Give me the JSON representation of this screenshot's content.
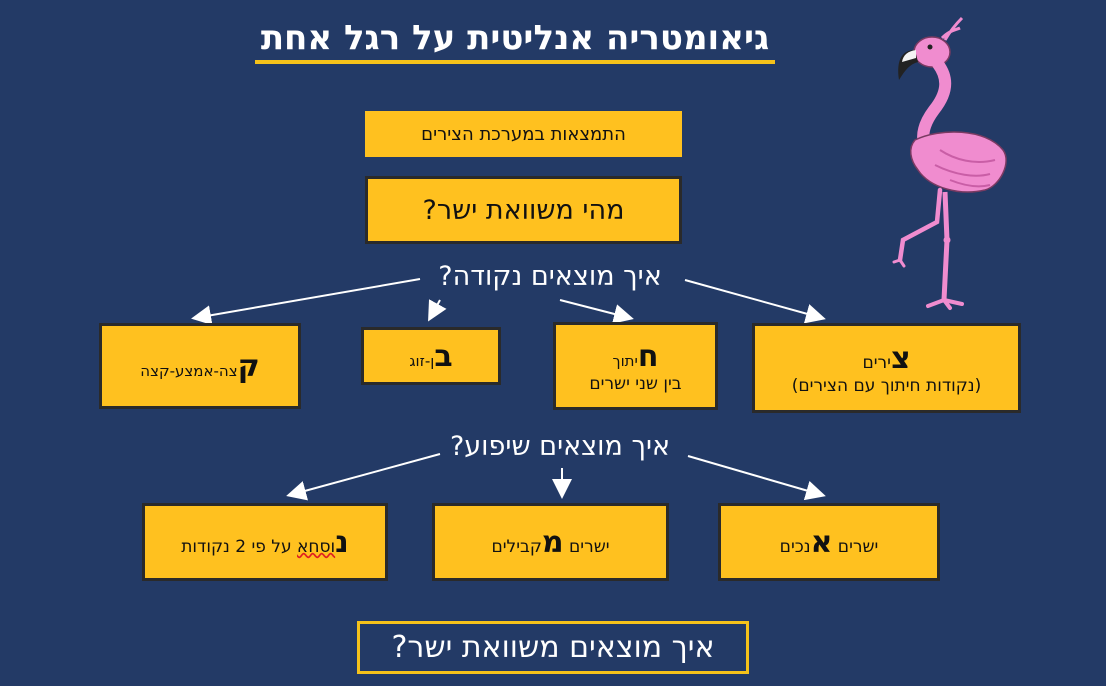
{
  "title": "גיאומטריה אנליטית על רגל אחת",
  "box_orientation": "התמצאות במערכת הצירים",
  "box_line_eq": "מהי משוואת ישר?",
  "question_point": "איך מוצאים נקודה?",
  "point_methods": {
    "axes": {
      "big": "צ",
      "rest": "ירים",
      "line2": "(נקודות חיתוך עם הצירים)"
    },
    "intersection": {
      "big": "ח",
      "rest": "יתוך",
      "line2": "בין שני ישרים"
    },
    "pair": {
      "big": "ב",
      "rest": "ן-זוג"
    },
    "endmid": {
      "big": "ק",
      "rest": "צה-אמצע-קצה"
    }
  },
  "question_slope": "איך מוצאים שיפוע?",
  "slope_methods": {
    "perpendicular": {
      "pre": "ישרים ",
      "big": "א",
      "rest": "נכים"
    },
    "parallel": {
      "pre": "ישרים ",
      "big": "מ",
      "rest": "קבילים"
    },
    "formula": {
      "big": "נ",
      "rest": "וסחא",
      "tail": " על פי 2 נקודות"
    }
  },
  "final_question": "איך מוצאים משוואת ישר?",
  "colors": {
    "background": "#233a66",
    "box": "#ffc11f",
    "accent": "#f5c21b",
    "flamingo": "#f08ccf"
  }
}
